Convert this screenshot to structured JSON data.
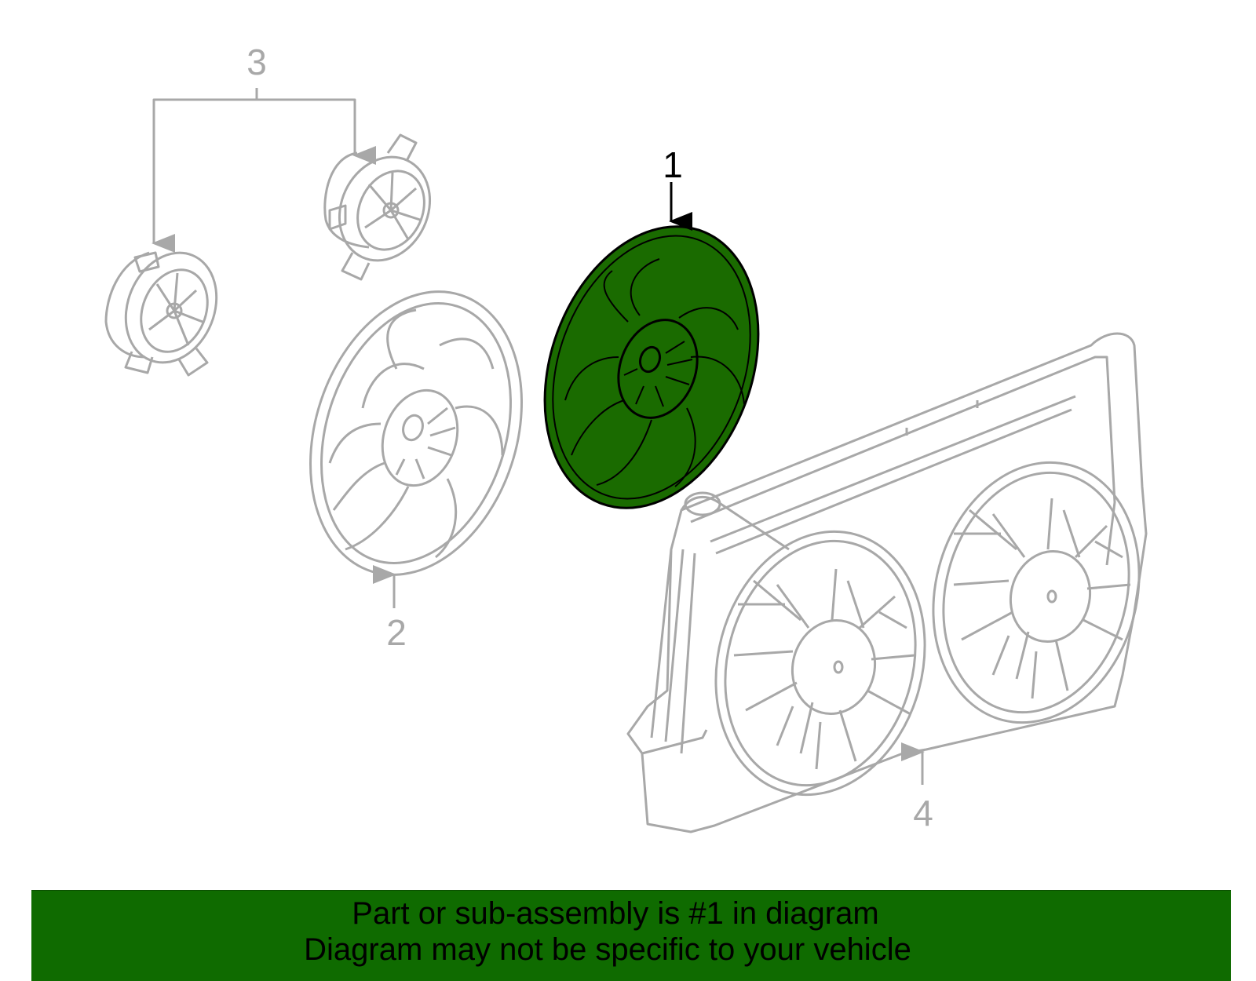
{
  "colors": {
    "highlight_fill": "#1a6b00",
    "highlight_stroke": "#000000",
    "ghost_stroke": "#a8a8a8",
    "banner": "#0f6b00"
  },
  "callouts": {
    "part1": "1",
    "part2": "2",
    "part3": "3",
    "part4": "4"
  },
  "banner": {
    "line1": "Part or sub-assembly is #1 in diagram",
    "line2": "Diagram may not be specific to your vehicle"
  }
}
